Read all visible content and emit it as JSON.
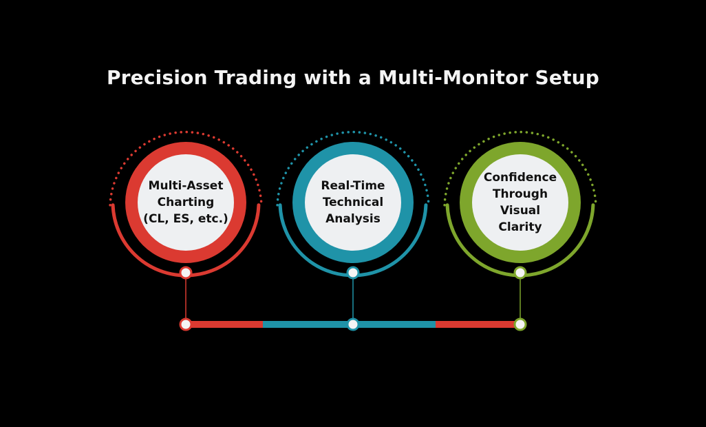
{
  "title": "Precision Trading with a Multi-Monitor Setup",
  "steps": [
    {
      "label_lines": [
        "Multi-Asset",
        "Charting",
        "(CL, ES, etc.)"
      ],
      "color": "#db3a31"
    },
    {
      "label_lines": [
        "Real-Time",
        "Technical",
        "Analysis"
      ],
      "color": "#1f93a8"
    },
    {
      "label_lines": [
        "Confidence",
        "Through",
        "Visual",
        "Clarity"
      ],
      "color": "#7ea62c"
    }
  ],
  "colors": {
    "background": "#000000",
    "inner_circle": "#eef0f2",
    "node_fill": "#f4f4f4"
  }
}
